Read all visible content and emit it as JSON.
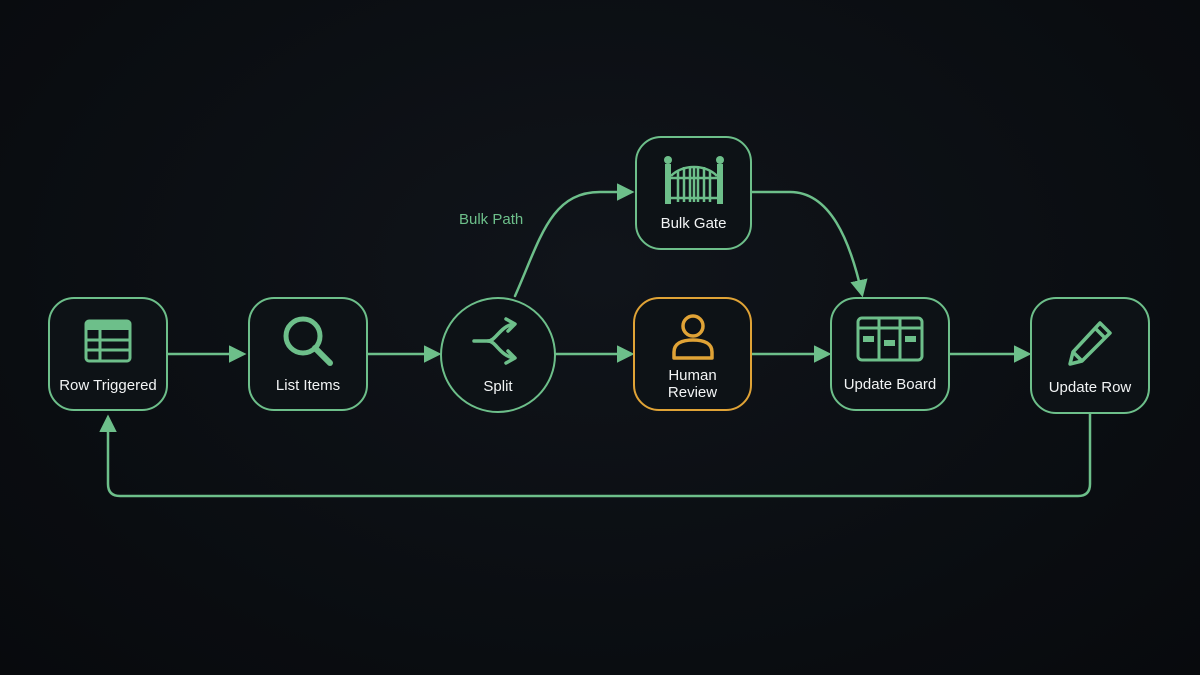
{
  "diagram": {
    "edge_label_bulk": "Bulk Path",
    "nodes": {
      "row_triggered": {
        "label": "Row Triggered",
        "icon": "table-icon"
      },
      "list_items": {
        "label": "List Items",
        "icon": "magnifier-icon"
      },
      "split": {
        "label": "Split",
        "icon": "split-arrows-icon"
      },
      "human_review": {
        "label_line1": "Human",
        "label_line2": "Review",
        "icon": "person-icon"
      },
      "bulk_gate": {
        "label": "Bulk Gate",
        "icon": "gate-icon"
      },
      "update_board": {
        "label": "Update Board",
        "icon": "kanban-board-icon"
      },
      "update_row": {
        "label": "Update Row",
        "icon": "pencil-icon"
      }
    }
  },
  "colors": {
    "background": "#0b0e12",
    "accent_green": "#6dbf8a",
    "accent_orange": "#e0a336",
    "text": "#f2f4f5"
  }
}
